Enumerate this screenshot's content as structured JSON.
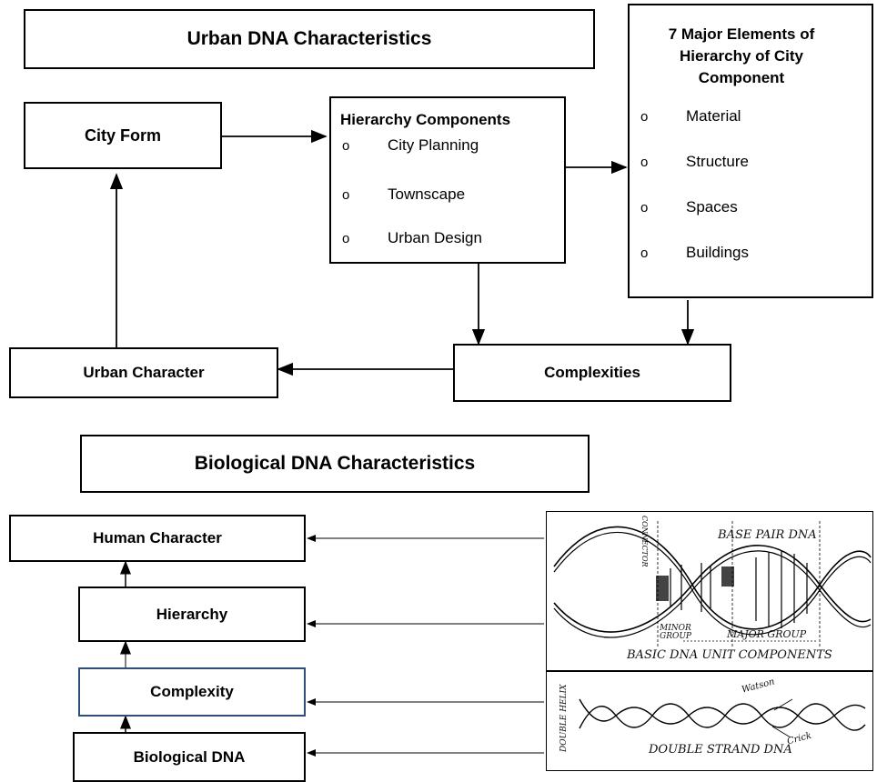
{
  "urban": {
    "title": "Urban DNA Characteristics",
    "city_form": "City Form",
    "hierarchy": {
      "title": "Hierarchy Components",
      "items": [
        "City Planning",
        "Townscape",
        "Urban Design"
      ]
    },
    "elements": {
      "title": "7 Major Elements of Hierarchy of City Component",
      "items": [
        "Material",
        "Structure",
        "Spaces",
        "Buildings"
      ]
    },
    "urban_character": "Urban Character",
    "complexities": "Complexities",
    "bullet": "o"
  },
  "biological": {
    "title": "Biological DNA Characteristics",
    "human_character": "Human Character",
    "hierarchy": "Hierarchy",
    "complexity": "Complexity",
    "biological_dna": "Biological DNA",
    "sketch_top": {
      "base_pair": "BASE PAIR DNA",
      "connector": "CONNECTOR",
      "minor_group": "MINOR GROUP",
      "major_group": "MAJOR GROUP",
      "caption": "BASIC DNA UNIT COMPONENTS"
    },
    "sketch_bottom": {
      "double_helix": "DOUBLE HELIX",
      "watson": "Watson",
      "crick": "Crick",
      "caption": "DOUBLE STRAND DNA"
    }
  }
}
